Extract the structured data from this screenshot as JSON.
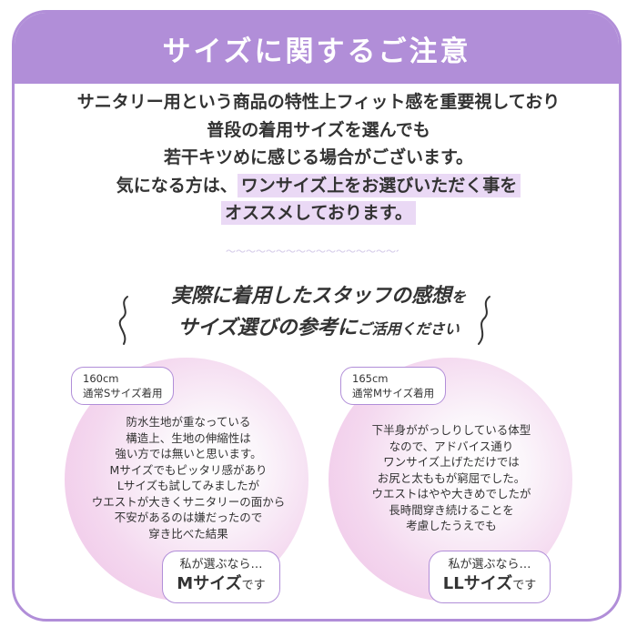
{
  "header": {
    "title": "サイズに関するご注意"
  },
  "notice": {
    "line1": "サニタリー用という商品の特性上フィット感を重要視しており",
    "line2": "普段の着用サイズを選んでも",
    "line3": "若干キツめに感じる場合がございます。",
    "line4_plain": "気になる方は、",
    "line4_highlight": "ワンサイズ上をお選びいただく事を",
    "line5_highlight": "オススメしております。"
  },
  "staff": {
    "line1_main": "実際に着用したスタッフの感想",
    "line1_small": "を",
    "line2_main": "サイズ選びの参考に",
    "line2_small": "ご活用ください"
  },
  "reviews": [
    {
      "height": "160cm",
      "usual_size": "通常Sサイズ着用",
      "lines": [
        "防水生地が重なっている",
        "構造上、生地の伸縮性は",
        "強い方では無いと思います。",
        "Mサイズでもピッタリ感があり",
        "Lサイズも試してみましたが",
        "ウエストが大きくサニタリーの面から",
        "不安があるのは嫌だったので",
        "穿き比べた結果"
      ],
      "choice_lead": "私が選ぶなら…",
      "choice_size": "Mサイズ",
      "choice_suffix": "です"
    },
    {
      "height": "165cm",
      "usual_size": "通常Mサイズ着用",
      "lines": [
        "下半身ががっしりしている体型",
        "なので、アドバイス通り",
        "ワンサイズ上げただけでは",
        "お尻と太ももが窮屈でした。",
        "ウエストはやや大きめでしたが",
        "長時間穿き続けることを",
        "考慮したうえでも"
      ],
      "choice_lead": "私が選ぶなら…",
      "choice_size": "LLサイズ",
      "choice_suffix": "です"
    }
  ],
  "colors": {
    "accent": "#b18ed8",
    "highlight": "#ead9f5",
    "circle_pink": "#efc1e6",
    "text": "#333333"
  }
}
